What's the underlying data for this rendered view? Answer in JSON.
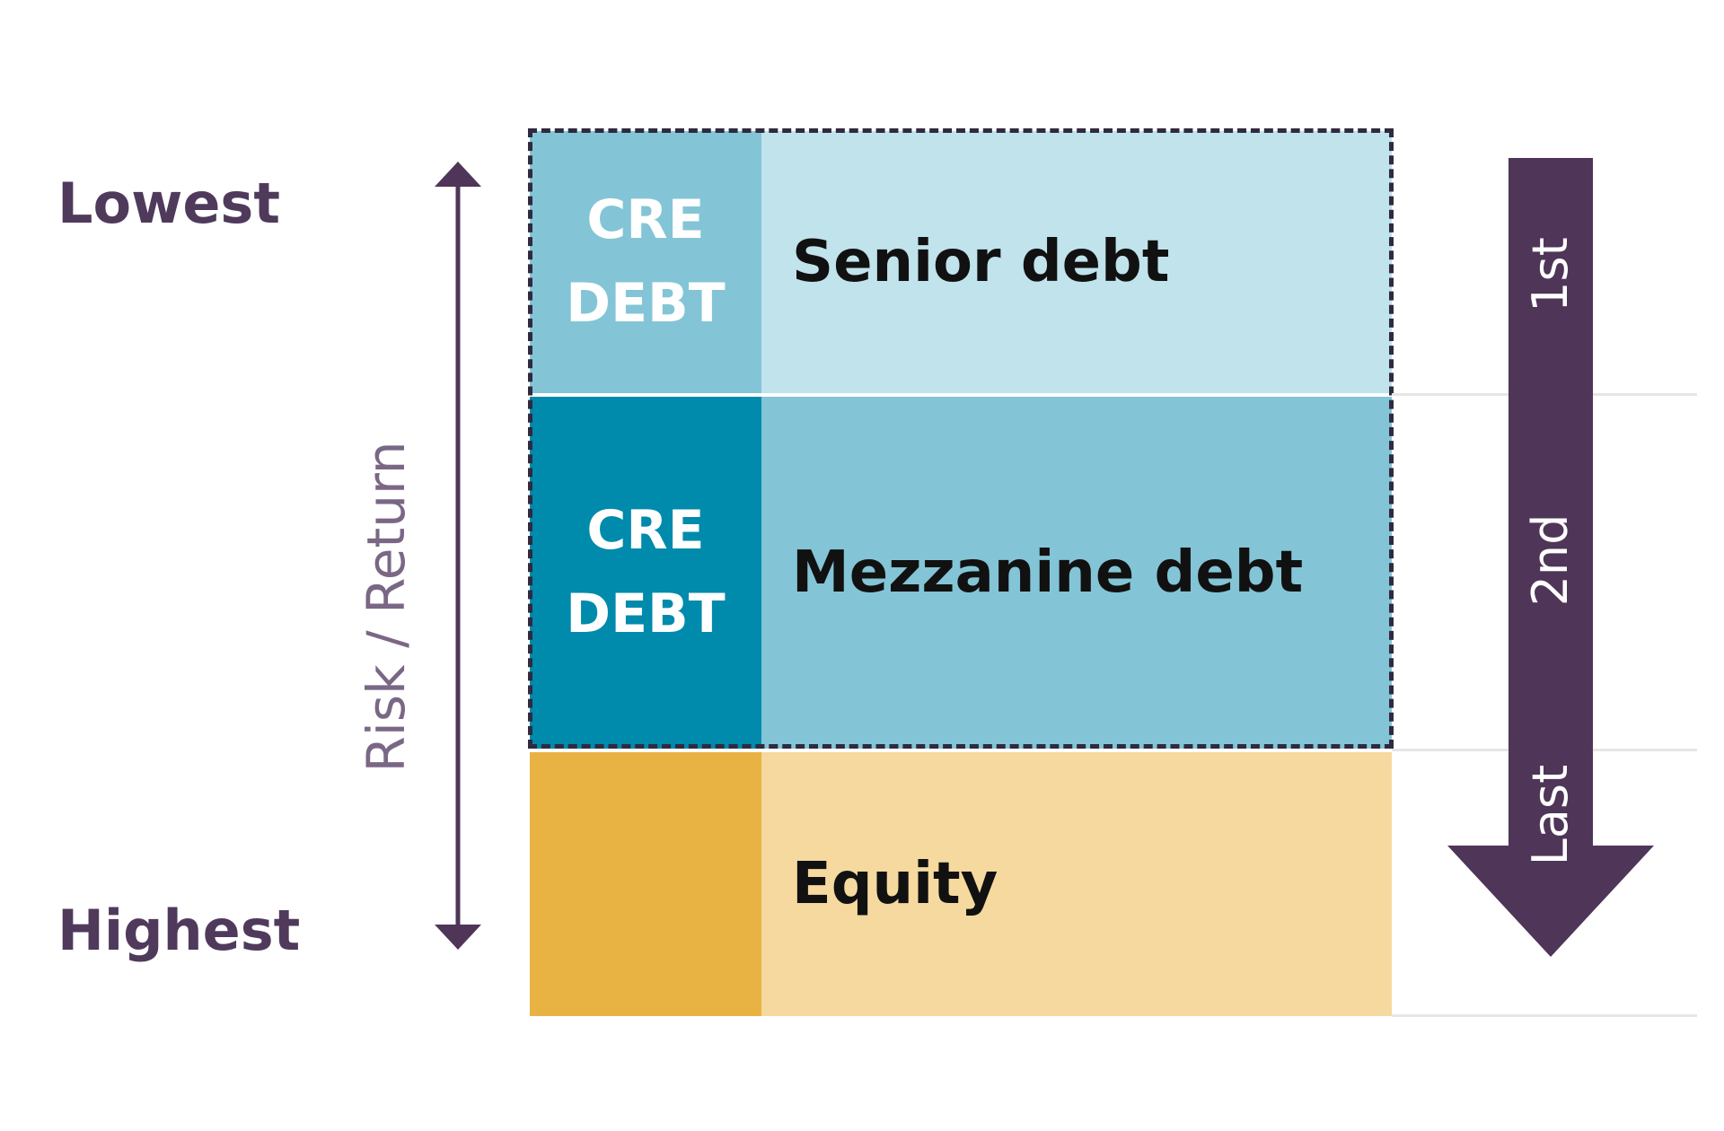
{
  "scale": {
    "top_label": "Lowest",
    "bottom_label": "Highest",
    "axis_caption": "Risk / Return"
  },
  "layers": [
    {
      "tag_lines": [
        "CRE",
        "DEBT"
      ],
      "label": "Senior debt"
    },
    {
      "tag_lines": [
        "CRE",
        "DEBT"
      ],
      "label": "Mezzanine debt"
    },
    {
      "tag_lines": [],
      "label": "Equity"
    }
  ],
  "repayment_order": {
    "labels": [
      "1st",
      "2nd",
      "Last"
    ]
  },
  "colors": {
    "senior_tag": "#83c5d6",
    "senior_main": "#c0e3ec",
    "mezzanine_tag": "#008aab",
    "mezzanine_main": "#83c5d6",
    "equity_tag": "#e8b342",
    "equity_main": "#f5d99e",
    "accent_purple": "#4f3558",
    "axis_text": "#7a6785"
  },
  "icons": {
    "axis": "double-headed-vertical-arrow",
    "priority": "downward-arrow"
  }
}
